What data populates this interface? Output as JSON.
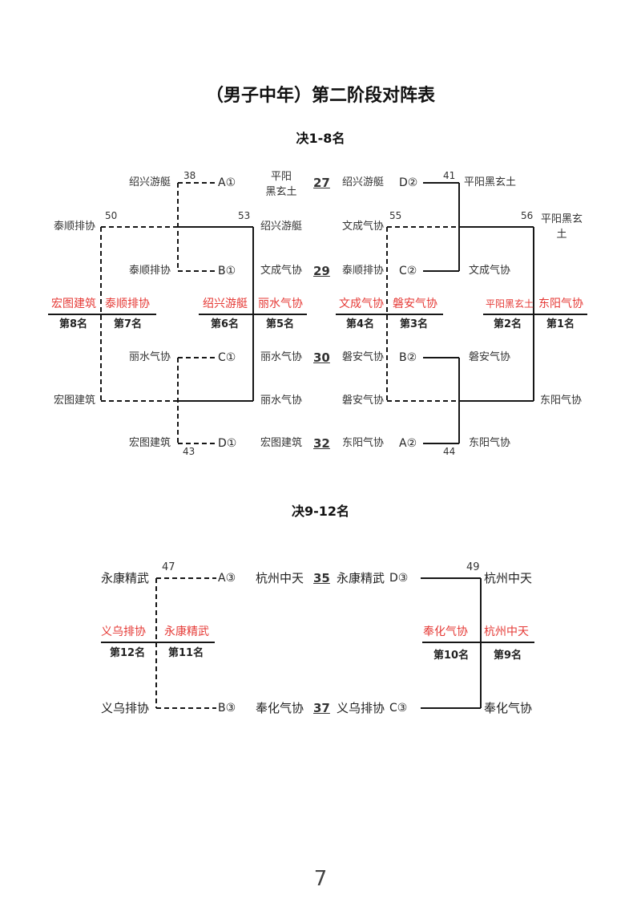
{
  "title": "（男子中年）第二阶段对阵表",
  "page_number": "7",
  "colors": {
    "highlight": "#e53935",
    "line": "#161616"
  },
  "bracket_1_8": {
    "heading": "决1-8名",
    "left": {
      "first_round": [
        {
          "team": "绍兴游艇",
          "seed": "A①"
        },
        {
          "team": "泰顺排协",
          "seed": "B①"
        },
        {
          "team": "丽水气协",
          "seed": "C①"
        },
        {
          "team": "宏图建筑",
          "seed": "D①"
        }
      ],
      "match_upper": "38",
      "match_lower": "43",
      "second_round": {
        "match": "50",
        "upper_team": "泰顺排协",
        "lower_team": "宏图建筑"
      },
      "final_round": {
        "match": "53",
        "upper_team": "绍兴游艇",
        "lower_team": "丽水气协"
      },
      "standings": [
        {
          "team": "宏图建筑",
          "place": "第8名"
        },
        {
          "team": "泰顺排协",
          "place": "第7名"
        },
        {
          "team": "绍兴游艇",
          "place": "第6名"
        },
        {
          "team": "丽水气协",
          "place": "第5名"
        }
      ]
    },
    "center": [
      {
        "team": "平阳\n黑玄土",
        "match": "27"
      },
      {
        "team": "文成气协",
        "match": "29"
      },
      {
        "team": "丽水气协",
        "match": "30"
      },
      {
        "team": "宏图建筑",
        "match": "32"
      }
    ],
    "right": {
      "first_round": [
        {
          "team": "绍兴游艇",
          "seed": "D②"
        },
        {
          "team": "泰顺排协",
          "seed": "C②"
        },
        {
          "team": "磐安气协",
          "seed": "B②"
        },
        {
          "team": "东阳气协",
          "seed": "A②"
        }
      ],
      "match_upper": "41",
      "match_lower": "44",
      "advancers": [
        "平阳黑玄土",
        "文成气协",
        "磐安气协",
        "东阳气协"
      ],
      "second_round": {
        "match": "55",
        "upper_team": "文成气协",
        "lower_team": "磐安气协"
      },
      "final_round": {
        "match": "56",
        "upper_team": "平阳黑玄\n土",
        "lower_team": "东阳气协"
      },
      "standings": [
        {
          "team": "文成气协",
          "place": "第4名"
        },
        {
          "team": "磐安气协",
          "place": "第3名"
        },
        {
          "team": "平阳黑玄土",
          "place": "第2名"
        },
        {
          "team": "东阳气协",
          "place": "第1名"
        }
      ]
    }
  },
  "bracket_9_12": {
    "heading": "决9-12名",
    "left": {
      "first_round": [
        {
          "team": "永康精武",
          "seed": "A③"
        },
        {
          "team": "义乌排协",
          "seed": "B③"
        }
      ],
      "match": "47",
      "standings": [
        {
          "team": "义乌排协",
          "place": "第12名"
        },
        {
          "team": "永康精武",
          "place": "第11名"
        }
      ]
    },
    "center": [
      {
        "left_team": "杭州中天",
        "match": "35",
        "right_team": "永康精武",
        "right_seed": "D③"
      },
      {
        "left_team": "奉化气协",
        "match": "37",
        "right_team": "义乌排协",
        "right_seed": "C③"
      }
    ],
    "right": {
      "match": "49",
      "advancers": [
        "杭州中天",
        "奉化气协"
      ],
      "standings": [
        {
          "team": "奉化气协",
          "place": "第10名"
        },
        {
          "team": "杭州中天",
          "place": "第9名"
        }
      ]
    }
  }
}
